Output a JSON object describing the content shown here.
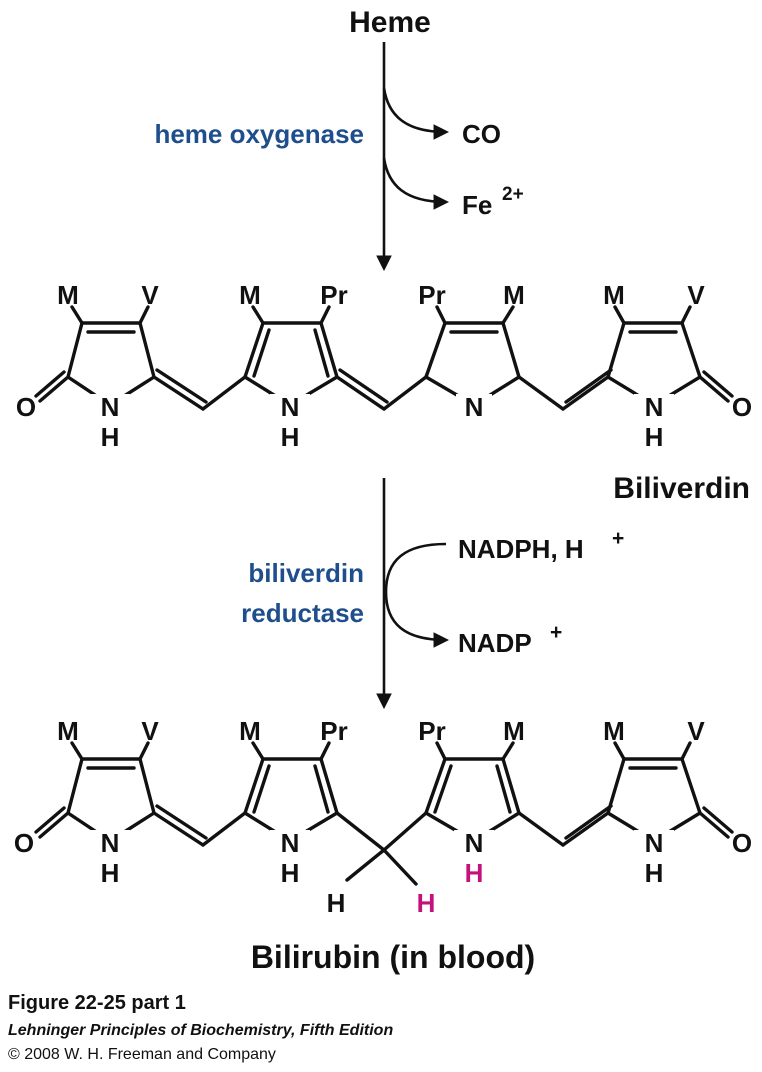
{
  "pathway": {
    "start": "Heme",
    "step1": {
      "enzyme": "heme oxygenase",
      "product_a": "CO",
      "product_b_base": "Fe",
      "product_b_charge": "2+"
    },
    "intermediate": "Biliverdin",
    "step2": {
      "enzyme_line1": "biliverdin",
      "enzyme_line2": "reductase",
      "input_base": "NADPH, H",
      "input_charge": "+",
      "output_base": "NADP",
      "output_charge": "+"
    },
    "final": "Bilirubin (in blood)"
  },
  "atoms": {
    "methyl": "M",
    "vinyl": "V",
    "propionate": "Pr",
    "oxygen": "O",
    "nitrogen": "N",
    "hydrogen": "H"
  },
  "caption": {
    "figure": "Figure 22-25 part 1",
    "book": "Lehninger Principles of Biochemistry, Fifth Edition",
    "copyright": "© 2008 W. H. Freeman and Company"
  },
  "colors": {
    "enzyme_text": "#1f4e8c",
    "added_hydrogen": "#c4127c",
    "structure": "#111111"
  }
}
